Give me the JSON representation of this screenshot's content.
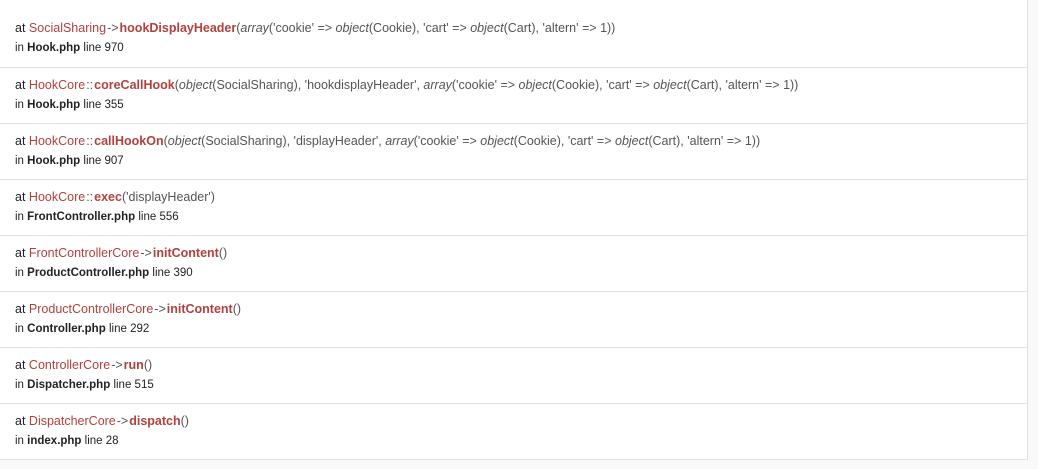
{
  "trace": [
    {
      "at": "at",
      "class": "SocialSharing",
      "type": "->",
      "method": "hookDisplayHeader",
      "args": [
        {
          "t": "("
        },
        {
          "t": "array",
          "i": true
        },
        {
          "t": "('cookie' => "
        },
        {
          "t": "object",
          "i": true
        },
        {
          "t": "(Cookie), 'cart' => "
        },
        {
          "t": "object",
          "i": true
        },
        {
          "t": "(Cart), 'altern' => 1))"
        }
      ],
      "in": "in",
      "file": "Hook.php",
      "line_label": "line",
      "line": "970"
    },
    {
      "at": "at",
      "class": "HookCore",
      "type": "::",
      "method": "coreCallHook",
      "args": [
        {
          "t": "("
        },
        {
          "t": "object",
          "i": true
        },
        {
          "t": "(SocialSharing), 'hookdisplayHeader', "
        },
        {
          "t": "array",
          "i": true
        },
        {
          "t": "('cookie' => "
        },
        {
          "t": "object",
          "i": true
        },
        {
          "t": "(Cookie), 'cart' => "
        },
        {
          "t": "object",
          "i": true
        },
        {
          "t": "(Cart), 'altern' => 1))"
        }
      ],
      "in": "in",
      "file": "Hook.php",
      "line_label": "line",
      "line": "355"
    },
    {
      "at": "at",
      "class": "HookCore",
      "type": "::",
      "method": "callHookOn",
      "args": [
        {
          "t": "("
        },
        {
          "t": "object",
          "i": true
        },
        {
          "t": "(SocialSharing), 'displayHeader', "
        },
        {
          "t": "array",
          "i": true
        },
        {
          "t": "('cookie' => "
        },
        {
          "t": "object",
          "i": true
        },
        {
          "t": "(Cookie), 'cart' => "
        },
        {
          "t": "object",
          "i": true
        },
        {
          "t": "(Cart), 'altern' => 1))"
        }
      ],
      "in": "in",
      "file": "Hook.php",
      "line_label": "line",
      "line": "907"
    },
    {
      "at": "at",
      "class": "HookCore",
      "type": "::",
      "method": "exec",
      "args": [
        {
          "t": "('displayHeader')"
        }
      ],
      "in": "in",
      "file": "FrontController.php",
      "line_label": "line",
      "line": "556"
    },
    {
      "at": "at",
      "class": "FrontControllerCore",
      "type": "->",
      "method": "initContent",
      "args": [
        {
          "t": "()"
        }
      ],
      "in": "in",
      "file": "ProductController.php",
      "line_label": "line",
      "line": "390"
    },
    {
      "at": "at",
      "class": "ProductControllerCore",
      "type": "->",
      "method": "initContent",
      "args": [
        {
          "t": "()"
        }
      ],
      "in": "in",
      "file": "Controller.php",
      "line_label": "line",
      "line": "292"
    },
    {
      "at": "at",
      "class": "ControllerCore",
      "type": "->",
      "method": "run",
      "args": [
        {
          "t": "()"
        }
      ],
      "in": "in",
      "file": "Dispatcher.php",
      "line_label": "line",
      "line": "515"
    },
    {
      "at": "at",
      "class": "DispatcherCore",
      "type": "->",
      "method": "dispatch",
      "args": [
        {
          "t": "()"
        }
      ],
      "in": "in",
      "file": "index.php",
      "line_label": "line",
      "line": "28"
    }
  ],
  "colors": {
    "class": "#b0413e",
    "method": "#b0413e",
    "border": "#e0e0e0",
    "text": "#222222"
  }
}
